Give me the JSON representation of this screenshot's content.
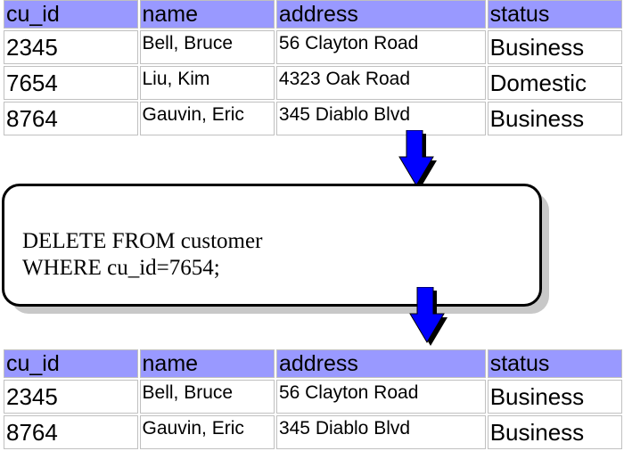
{
  "columns": [
    "cu_id",
    "name",
    "address",
    "status"
  ],
  "before_rows": [
    [
      "2345",
      "Bell, Bruce",
      "56 Clayton Road",
      "Business"
    ],
    [
      "7654",
      "Liu, Kim",
      "4323 Oak Road",
      "Domestic"
    ],
    [
      "8764",
      "Gauvin, Eric",
      "345 Diablo Blvd",
      "Business"
    ]
  ],
  "sql": [
    "DELETE FROM customer",
    "WHERE cu_id=7654;"
  ],
  "after_rows": [
    [
      "2345",
      "Bell, Bruce",
      "56 Clayton Road",
      "Business"
    ],
    [
      "8764",
      "Gauvin, Eric",
      "345 Diablo Blvd",
      "Business"
    ]
  ],
  "colors": {
    "header_bg": "#9999ff",
    "arrow": "#0000ff",
    "arrow_shadow": "#000000"
  },
  "icons": [
    "down-arrow-icon"
  ]
}
